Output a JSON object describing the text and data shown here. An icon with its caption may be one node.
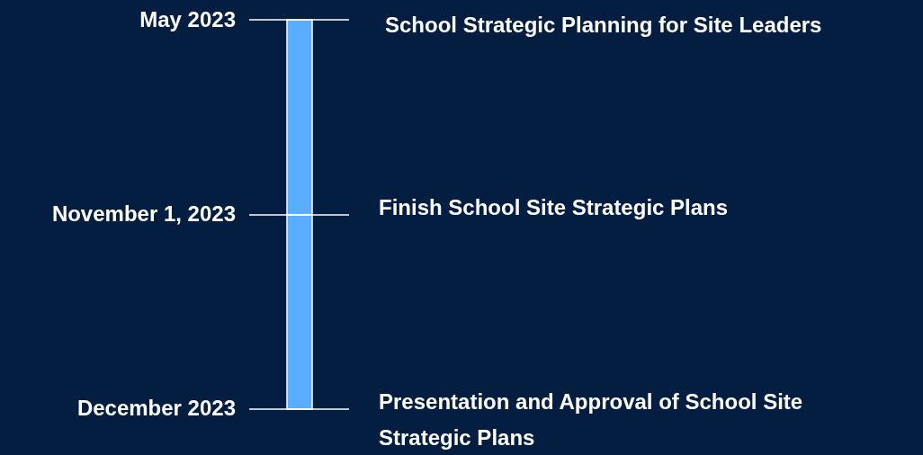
{
  "diagram": {
    "labels": [
      "May 2023",
      "School Strategic Planning for Site Leaders",
      "November 1, 2023",
      "Finish School Site Strategic Plans",
      "December 2023",
      "Presentation and Approval of School Site Strategic Plans"
    ]
  }
}
